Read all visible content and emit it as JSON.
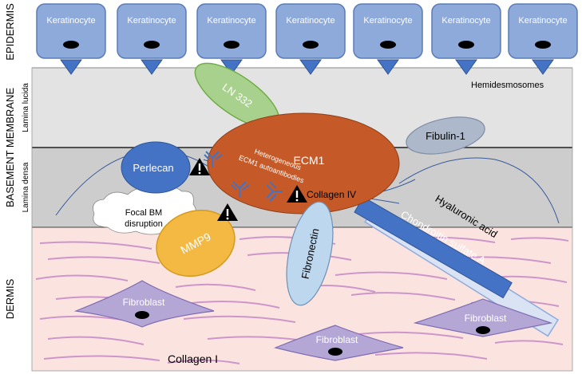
{
  "layers": {
    "epidermis": "EPIDERMIS",
    "basement_membrane": "BASEMENT MEMBRANE",
    "lamina_lucida": "Lamina lucida",
    "lamina_densa": "Lamina densa",
    "dermis": "DERMIS"
  },
  "keratinocytes": [
    "Keratinocyte",
    "Keratinocyte",
    "Keratinocyte",
    "Keratinocyte",
    "Keratinocyte",
    "Keratinocyte",
    "Keratinocyte"
  ],
  "labels": {
    "hemidesmosomes": "Hemidesmosomes",
    "ln332": "LN 332",
    "ecm1": "ECM1",
    "autoantibodies_line1": "Heterogeneous",
    "autoantibodies_line2": "ECM1 autoantibodies",
    "fibulin": "Fibulin-1",
    "perlecan": "Perlecan",
    "collagen_iv": "Collagen IV",
    "hyaluronic_acid": "Hyaluronic acid",
    "chondroitin": "Chondroitin sulfate A",
    "focal_bm_line1": "Focal BM",
    "focal_bm_line2": "disruption",
    "mmp9": "MMP9",
    "fibronectin": "Fibronectin",
    "fibroblasts": [
      "Fibroblast",
      "Fibroblast",
      "Fibroblast"
    ],
    "collagen_i": "Collagen I"
  },
  "colors": {
    "keratinocyte": "#8eaadb",
    "lucida": "#e2e2e2",
    "densa": "#cfcfcf",
    "dermis": "#fbe4e0",
    "ecm1": "#c55a28",
    "ln332": "#a9d18e",
    "perlecan": "#4472c4",
    "fibulin": "#adb9ca",
    "mmp9": "#f4b942",
    "fibronectin": "#bdd7ee",
    "fibroblast": "#b4a7d6",
    "hyaluronic": "#dae3f3",
    "chondroitin": "#4472c4"
  }
}
